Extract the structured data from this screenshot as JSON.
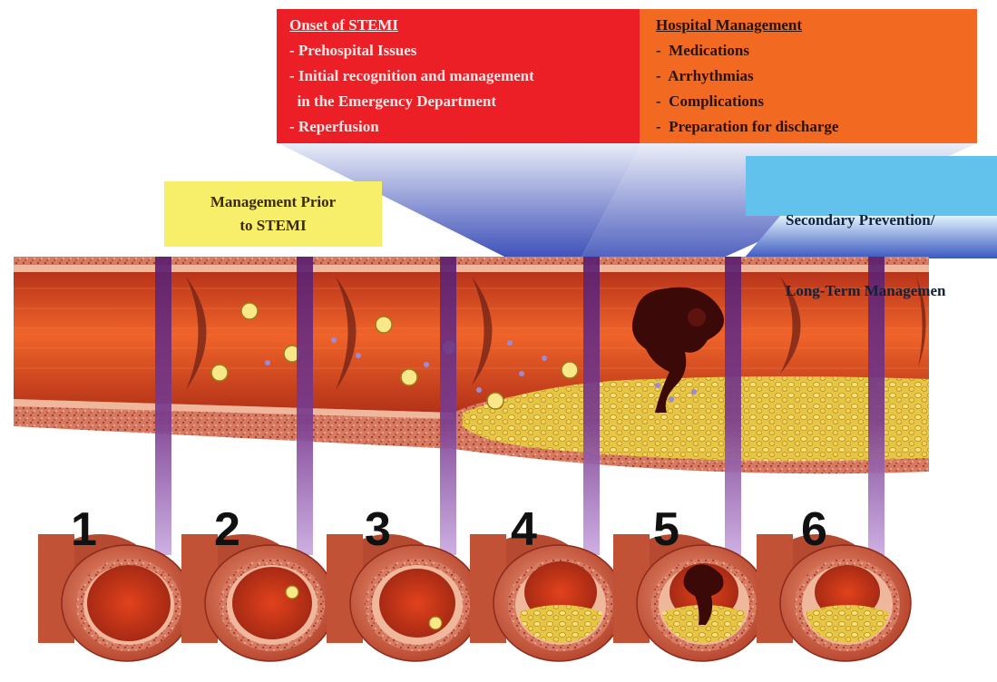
{
  "boxes": {
    "onset": {
      "title": "Onset of STEMI",
      "items": [
        "- Prehospital Issues",
        "- Initial recognition and management",
        "  in the Emergency Department",
        "- Reperfusion"
      ],
      "color": "#ec1f26"
    },
    "hospital": {
      "title": "Hospital Management",
      "items": [
        "-  Medications",
        "-  Arrhythmias",
        "-  Complications",
        "-  Preparation for discharge"
      ],
      "color": "#f26a21"
    },
    "prior": {
      "lines": [
        "Management Prior",
        "to STEMI"
      ],
      "color": "#f7ef6a"
    },
    "secondary": {
      "lines": [
        "Secondary Prevention/",
        "Long-Term Managemen"
      ],
      "color": "#63c2ec"
    }
  },
  "stages": [
    "1",
    "2",
    "3",
    "4",
    "5",
    "6"
  ],
  "colors": {
    "vessel_wall": "#c2462c",
    "lumen": "#d8421e",
    "plaque": "#e6c13a",
    "thrombus": "#3b0a08",
    "marker": "#5b1f6e",
    "marker_light": "#b48fd0"
  }
}
